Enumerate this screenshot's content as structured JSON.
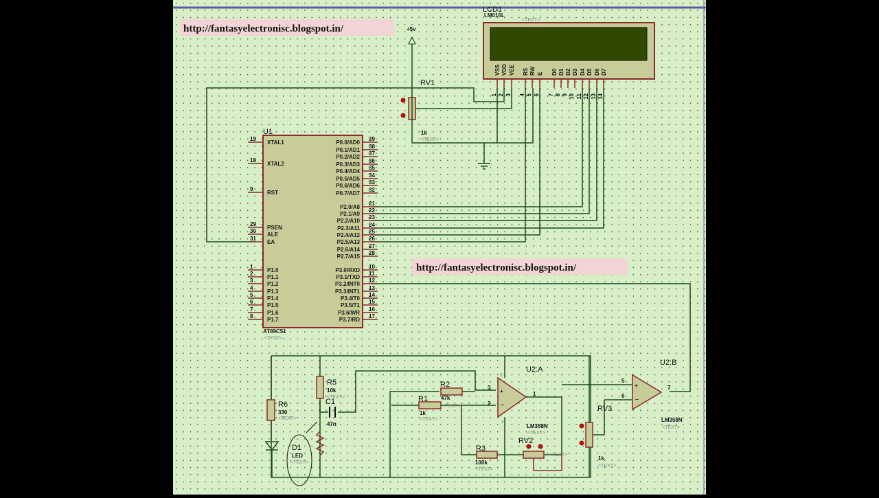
{
  "watermark_url_top": "http://fantasyelectronisc.blogspot.in/",
  "watermark_url_mid": "http://fantasyelectronisc.blogspot.in/",
  "text_placeholder": "<TEXT>",
  "colors": {
    "sheet": "#d6efc6",
    "wire": "#1f4a1f",
    "component": "#8a2a2a",
    "body": "#c8cc98",
    "lcd_screen": "#2f4a00"
  },
  "power": {
    "label": "+5v"
  },
  "lcd": {
    "ref": "LCD1",
    "part": "LM016L",
    "pins": [
      {
        "name": "VSS",
        "num": "1"
      },
      {
        "name": "VDD",
        "num": "2"
      },
      {
        "name": "VEE",
        "num": "3"
      },
      {
        "name": "RS",
        "num": "4"
      },
      {
        "name": "RW",
        "num": "5"
      },
      {
        "name": "E",
        "num": "6"
      },
      {
        "name": "D0",
        "num": "7"
      },
      {
        "name": "D1",
        "num": "8"
      },
      {
        "name": "D2",
        "num": "9"
      },
      {
        "name": "D3",
        "num": "10"
      },
      {
        "name": "D4",
        "num": "11"
      },
      {
        "name": "D5",
        "num": "12"
      },
      {
        "name": "D6",
        "num": "13"
      },
      {
        "name": "D7",
        "num": "14"
      }
    ]
  },
  "rv1": {
    "ref": "RV1",
    "value": "1k"
  },
  "u1": {
    "ref": "U1",
    "part": "AT89C51",
    "left_pins": [
      {
        "name": "XTAL1",
        "num": "19"
      },
      {
        "name": "XTAL2",
        "num": "18"
      },
      {
        "name": "RST",
        "num": "9"
      },
      {
        "name": "PSEN",
        "num": "29"
      },
      {
        "name": "ALE",
        "num": "30"
      },
      {
        "name": "EA",
        "num": "31"
      },
      {
        "name": "P1.0",
        "num": "1"
      },
      {
        "name": "P1.1",
        "num": "2"
      },
      {
        "name": "P1.2",
        "num": "3"
      },
      {
        "name": "P1.3",
        "num": "4"
      },
      {
        "name": "P1.4",
        "num": "5"
      },
      {
        "name": "P1.5",
        "num": "6"
      },
      {
        "name": "P1.6",
        "num": "7"
      },
      {
        "name": "P1.7",
        "num": "8"
      }
    ],
    "right_pins": [
      {
        "name": "P0.0/AD0",
        "num": "39"
      },
      {
        "name": "P0.1/AD1",
        "num": "38"
      },
      {
        "name": "P0.2/AD2",
        "num": "37"
      },
      {
        "name": "P0.3/AD3",
        "num": "36"
      },
      {
        "name": "P0.4/AD4",
        "num": "35"
      },
      {
        "name": "P0.5/AD5",
        "num": "34"
      },
      {
        "name": "P0.6/AD6",
        "num": "33"
      },
      {
        "name": "P0.7/AD7",
        "num": "32"
      },
      {
        "name": "P2.0/A8",
        "num": "21"
      },
      {
        "name": "P2.1/A9",
        "num": "22"
      },
      {
        "name": "P2.2/A10",
        "num": "23"
      },
      {
        "name": "P2.3/A11",
        "num": "24"
      },
      {
        "name": "P2.4/A12",
        "num": "25"
      },
      {
        "name": "P2.5/A13",
        "num": "26"
      },
      {
        "name": "P2.6/A14",
        "num": "27"
      },
      {
        "name": "P2.7/A15",
        "num": "28"
      },
      {
        "name": "P3.0/RXD",
        "num": "10"
      },
      {
        "name": "P3.1/TXD",
        "num": "11"
      },
      {
        "name": "P3.2/INT0",
        "num": "12"
      },
      {
        "name": "P3.3/INT1",
        "num": "13"
      },
      {
        "name": "P3.4/T0",
        "num": "14"
      },
      {
        "name": "P3.5/T1",
        "num": "15"
      },
      {
        "name": "P3.6/WR",
        "num": "16"
      },
      {
        "name": "P3.7/RD",
        "num": "17"
      }
    ]
  },
  "analog": {
    "r6": {
      "ref": "R6",
      "value": "330"
    },
    "r5": {
      "ref": "R5",
      "value": "10k"
    },
    "c1": {
      "ref": "C1",
      "value": "47n"
    },
    "d1": {
      "ref": "D1",
      "value": "LED"
    },
    "r2": {
      "ref": "R2",
      "value": "47k"
    },
    "r1": {
      "ref": "R1",
      "value": "1k"
    },
    "r3": {
      "ref": "R3",
      "value": "100k"
    },
    "rv2": {
      "ref": "RV2"
    },
    "rv3": {
      "ref": "RV3",
      "value": "1k"
    },
    "u2a": {
      "ref": "U2:A",
      "part": "LM358N",
      "pins": {
        "plus": "3",
        "minus": "2",
        "out": "1",
        "vcc": "8",
        "gnd": "4"
      }
    },
    "u2b": {
      "ref": "U2:B",
      "part": "LM358N",
      "pins": {
        "plus": "5",
        "minus": "6",
        "out": "7"
      }
    }
  }
}
